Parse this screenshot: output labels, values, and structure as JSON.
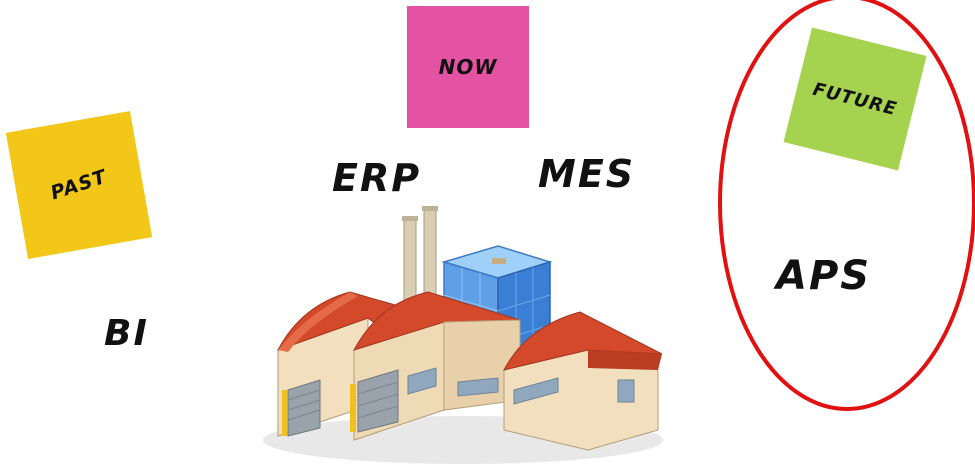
{
  "notes": {
    "past": {
      "label": "PAST",
      "color": "#f2c718"
    },
    "now": {
      "label": "NOW",
      "color": "#e452a3"
    },
    "future": {
      "label": "FUTURE",
      "color": "#a6d34f"
    }
  },
  "labels": {
    "erp": "ERP",
    "mes": "MES",
    "aps": "APS",
    "bi": "BI"
  },
  "highlight": {
    "color": "#e11111"
  },
  "factory": {
    "roof_color": "#d4492a",
    "wall_color": "#f1dfbe",
    "glass_color": "#5f9fe6"
  }
}
